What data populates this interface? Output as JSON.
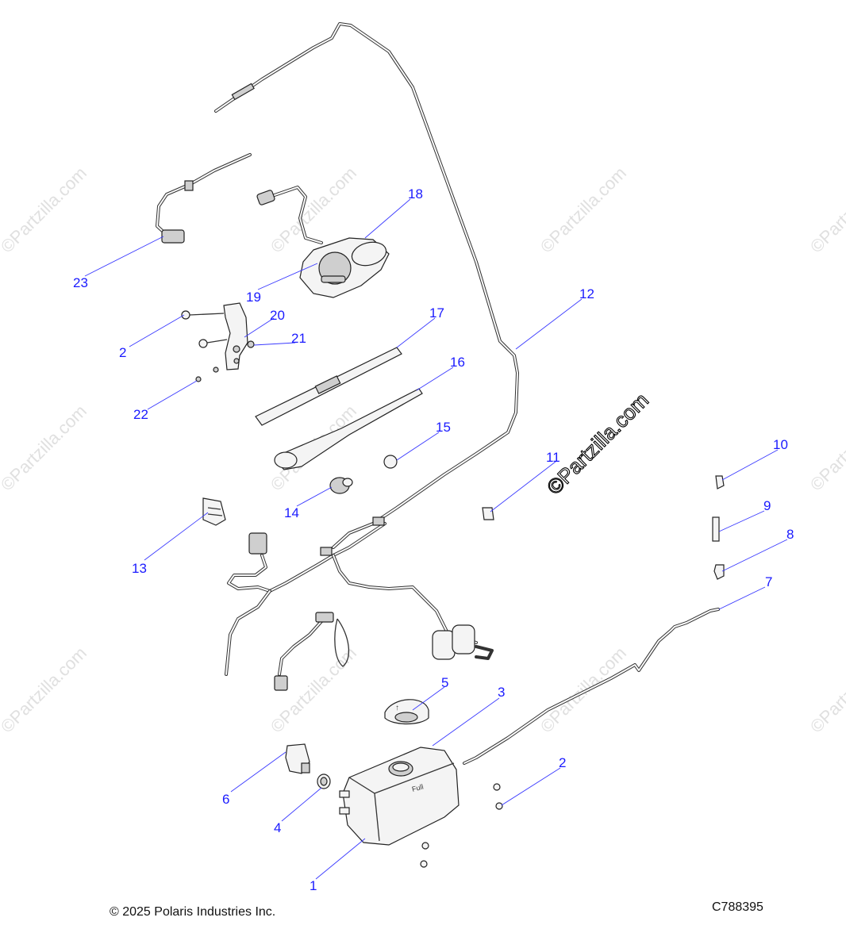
{
  "callouts": {
    "c1": "1",
    "c2a": "2",
    "c2b": "2",
    "c3": "3",
    "c4": "4",
    "c5": "5",
    "c6": "6",
    "c7": "7",
    "c8": "8",
    "c9": "9",
    "c10": "10",
    "c11": "11",
    "c12": "12",
    "c13": "13",
    "c14": "14",
    "c15": "15",
    "c16": "16",
    "c17": "17",
    "c18": "18",
    "c19": "19",
    "c20": "20",
    "c21": "21",
    "c22": "22",
    "c23": "23"
  },
  "watermark": {
    "text": "©Partzilla.com",
    "main_text": "©Partzilla.com"
  },
  "tank_label": "Full",
  "footer": {
    "copyright": "© 2025 Polaris Industries Inc.",
    "drawing_id": "C788395"
  },
  "colors": {
    "callout": "#1a1aff",
    "leader": "#3a3aff",
    "line": "#222222"
  }
}
